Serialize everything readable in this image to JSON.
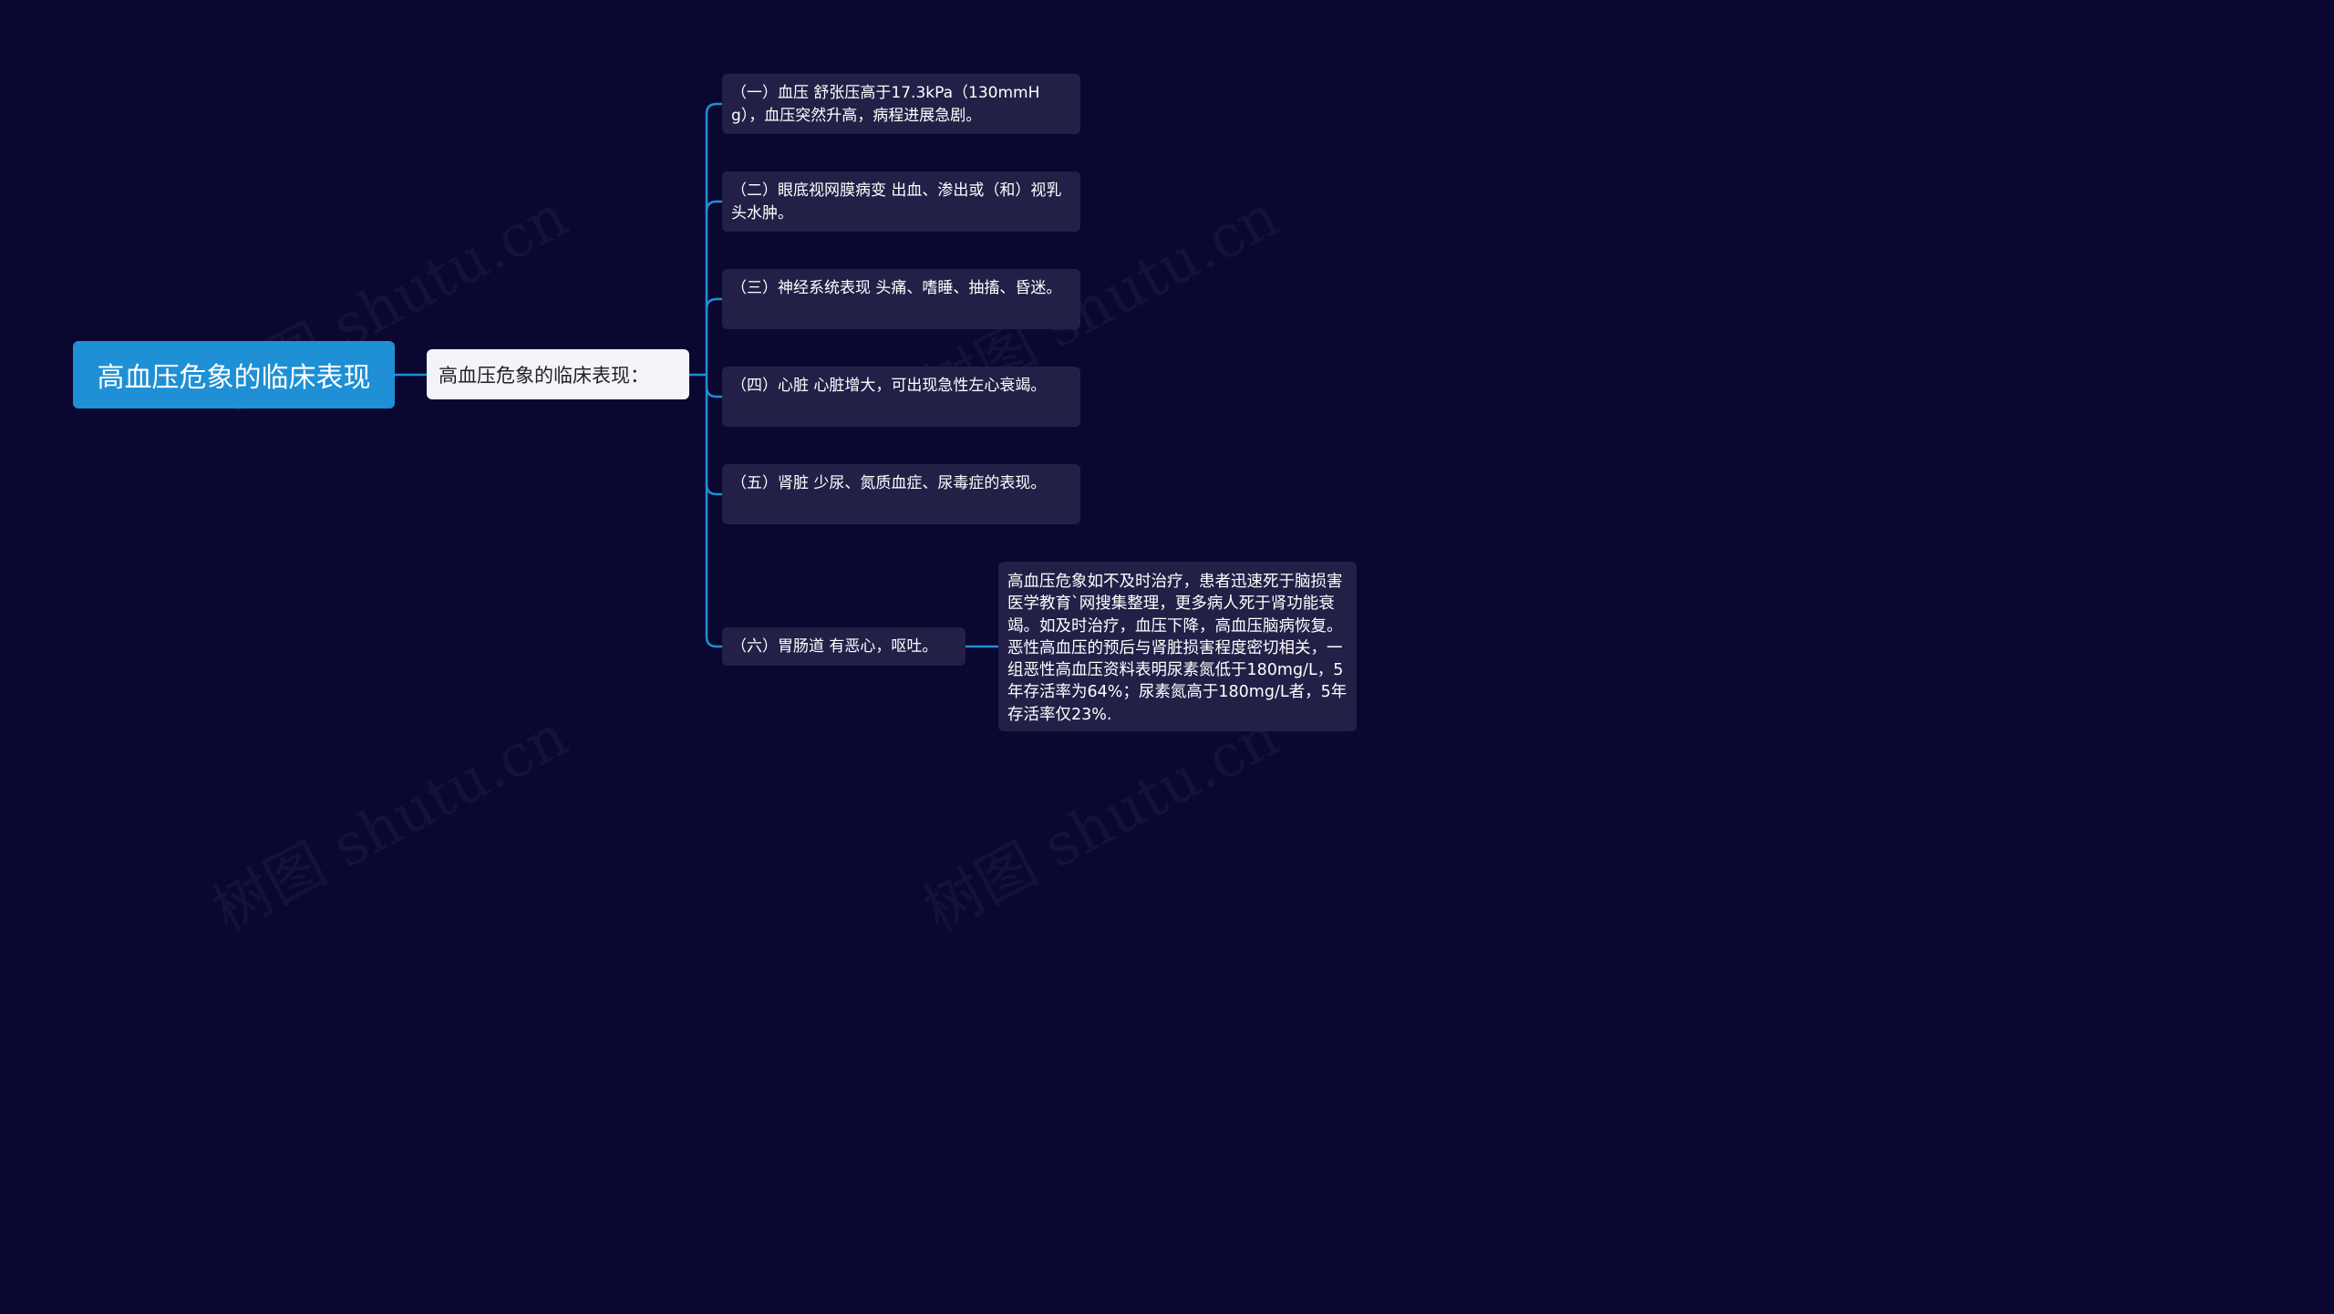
{
  "watermark": "树图 shutu.cn",
  "root": {
    "label": "高血压危象的临床表现"
  },
  "mid": {
    "label": "高血压危象的临床表现："
  },
  "items": [
    {
      "text": "（一）血压 舒张压高于17.3kPa（130mmHg），血压突然升高，病程进展急剧。"
    },
    {
      "text": "（二）眼底视网膜病变 出血、渗出或（和）视乳头水肿。"
    },
    {
      "text": "（三）神经系统表现 头痛、嗜睡、抽搐、昏迷。"
    },
    {
      "text": "（四）心脏 心脏增大，可出现急性左心衰竭。"
    },
    {
      "text": "（五）肾脏 少尿、氮质血症、尿毒症的表现。"
    },
    {
      "text": "（六）胃肠道 有恶心，呕吐。"
    }
  ],
  "detail": {
    "text": "高血压危象如不及时治疗，患者迅速死于脑损害医学教育`网搜集整理，更多病人死于肾功能衰竭。如及时治疗，血压下降，高血压脑病恢复。恶性高血压的预后与肾脏损害程度密切相关，一组恶性高血压资料表明尿素氮低于180mg/L，5年存活率为64%；尿素氮高于180mg/L者，5年存活率仅23%."
  },
  "colors": {
    "background": "#0a0830",
    "connector": "#1f8fd6",
    "root": "#1f8fd6",
    "leaf": "#232047"
  }
}
